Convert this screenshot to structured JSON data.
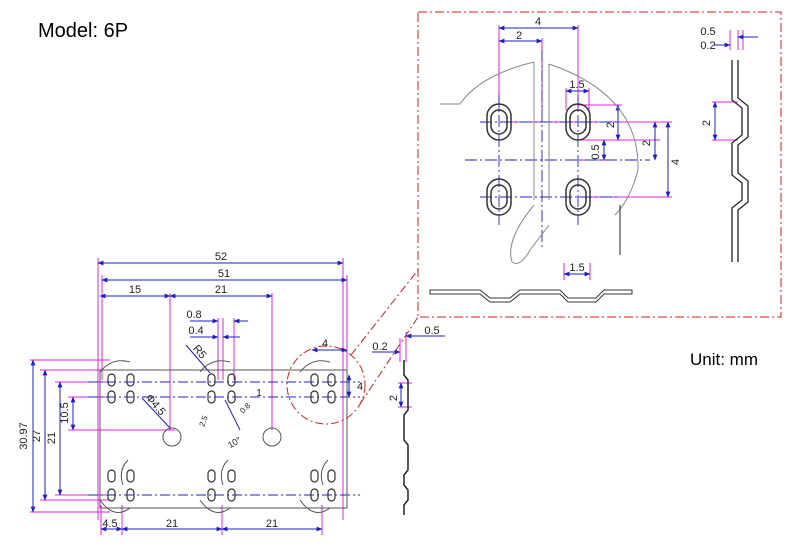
{
  "title": "Model: 6P",
  "unit_label": "Unit: mm",
  "colors": {
    "dimension": "#1f1fbf",
    "extension": "#e020e0",
    "part": "#555555",
    "centerline": "#2020c0",
    "detail_border": "#d02020",
    "text": "#222222"
  },
  "plan_view": {
    "overall_widths": [
      "52",
      "51"
    ],
    "pitch_top": [
      "15",
      "21"
    ],
    "small_dims": [
      "0.8",
      "0.4"
    ],
    "radius": "R5",
    "hole_dia": "Φ4.5",
    "angle_small": [
      "0.8",
      "2.5"
    ],
    "angle": "10°",
    "callout_1": "1",
    "callout_pitch": "4",
    "callout_height": "4",
    "heights": [
      "30.97",
      "27",
      "21",
      "10.5"
    ],
    "bottom_dims": [
      "4.5",
      "21",
      "21"
    ]
  },
  "side_view": {
    "thickness": "0.5",
    "offset": "0.2",
    "height": "2"
  },
  "detail_view": {
    "top_pitch": "4",
    "half_pitch": "2",
    "slot_width": "1.5",
    "slot_pitch_v": "4",
    "slot_half_v": "2",
    "slot_height": "2",
    "slot_gap": "0.5",
    "bottom_slot": "1.5",
    "side_thickness": "0.5",
    "side_offset": "0.2",
    "side_height": "2"
  }
}
